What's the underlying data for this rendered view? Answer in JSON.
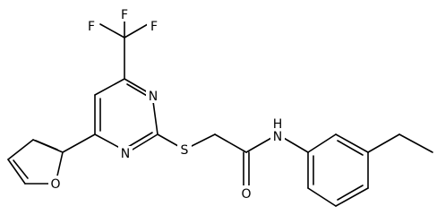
{
  "molecule": {
    "atoms": {
      "F_top": "F",
      "F_left": "F",
      "F_right": "F",
      "N_ring_top": "N",
      "N_ring_bottom": "N",
      "O_furan": "O",
      "S_thioether": "S",
      "N_amide": "N",
      "H_amide": "H",
      "O_carbonyl": "O"
    }
  }
}
